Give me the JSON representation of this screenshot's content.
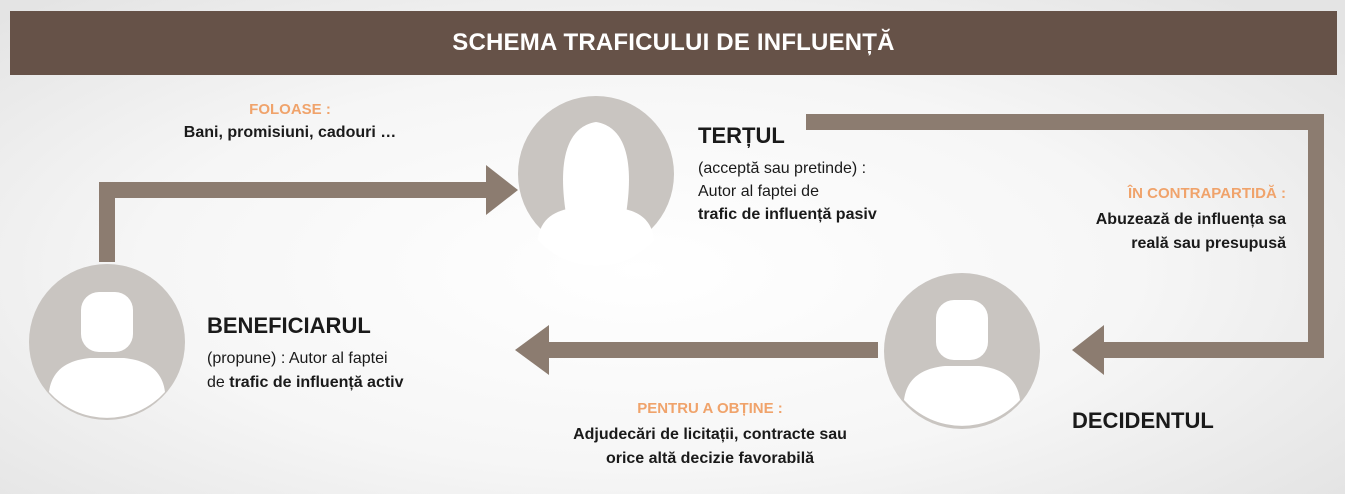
{
  "header": {
    "title": "SCHEMA TRAFICULUI DE INFLUENȚĂ"
  },
  "nodes": {
    "tertul": {
      "name": "TERȚUL",
      "line1": "(acceptă sau pretinde) :",
      "line2": "Autor al faptei de",
      "line3": "trafic de influență pasiv"
    },
    "beneficiarul": {
      "name": "BENEFICIARUL",
      "line1": "(propune) : Autor al faptei",
      "line2_prefix": "de ",
      "line2_bold": "trafic de influență activ"
    },
    "decidentul": {
      "name": "DECIDENTUL"
    }
  },
  "flows": {
    "foloase": {
      "label": "FOLOASE :",
      "text": "Bani, promisiuni, cadouri …"
    },
    "contrapartida": {
      "label": "ÎN CONTRAPARTIDĂ :",
      "line1": "Abuzează de influența sa",
      "line2": "reală sau presupusă"
    },
    "pentru": {
      "label": "PENTRU A OBȚINE :",
      "line1": "Adjudecări de licitații, contracte sau",
      "line2": "orice altă decizie favorabilă"
    }
  },
  "colors": {
    "header_bg": "#665248",
    "arrow": "#8c7c70",
    "avatar_bg": "#c9c5c1",
    "avatar_fg": "#ffffff",
    "accent": "#f0a36b"
  }
}
